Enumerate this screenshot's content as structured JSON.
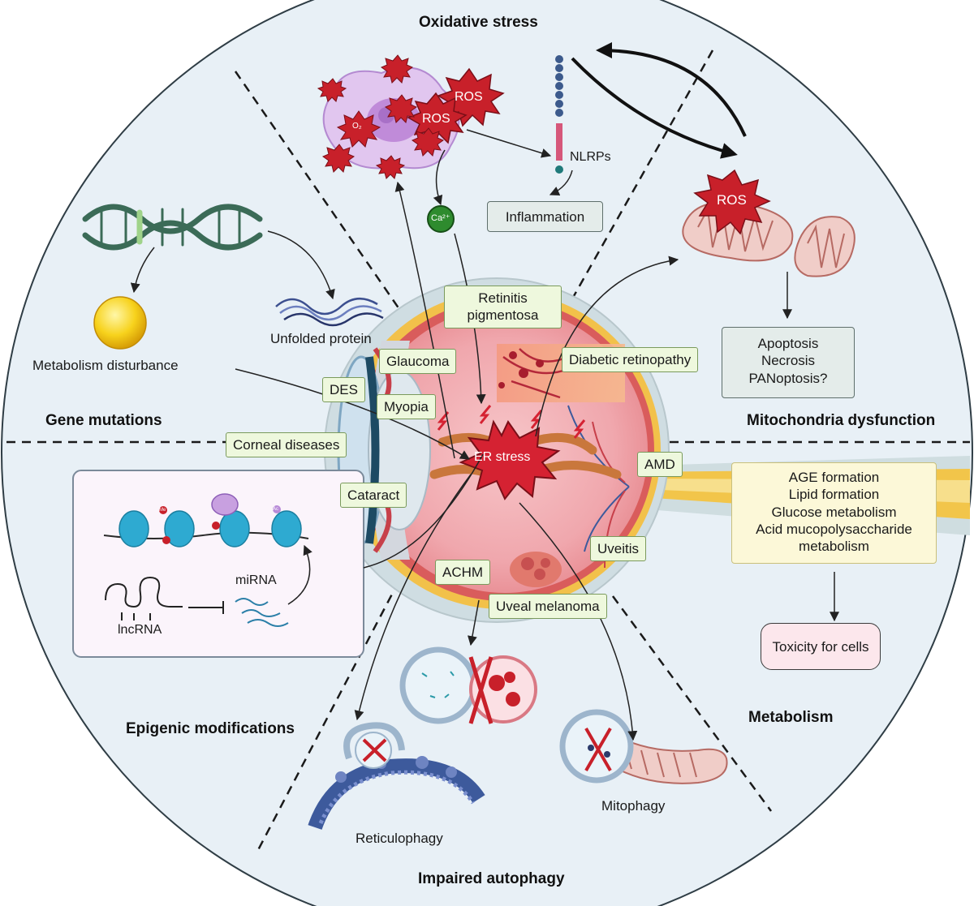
{
  "sections": {
    "oxidative_stress": "Oxidative stress",
    "gene_mutations": "Gene mutations",
    "mitochondria_dysfunction": "Mitochondria dysfunction",
    "epigenic_modifications": "Epigenic modifications",
    "metabolism": "Metabolism",
    "impaired_autophagy": "Impaired autophagy"
  },
  "labels": {
    "ros_1": "ROS",
    "ros_2": "ROS",
    "ros_mito": "ROS",
    "o2": "O₂",
    "ca": "Ca²⁺",
    "nlrps": "NLRPs",
    "metabolism_disturbance": "Metabolism disturbance",
    "unfolded_protein": "Unfolded protein",
    "er_stress": "ER stress",
    "mirna": "miRNA",
    "lncrna": "lncRNA",
    "reticulophagy": "Reticulophagy",
    "mitophagy": "Mitophagy",
    "histone_mark": "Me",
    "acetyl_mark": "Ac"
  },
  "boxes": {
    "inflammation": "Inflammation",
    "cell_death": [
      "Apoptosis",
      "Necrosis",
      "PANoptosis?"
    ],
    "metabolism_list": [
      "AGE formation",
      "Lipid formation",
      "Glucose metabolism",
      "Acid mucopolysaccharide",
      "metabolism"
    ],
    "toxicity": "Toxicity for cells"
  },
  "diseases": {
    "retinitis": [
      "Retinitis",
      "pigmentosa"
    ],
    "glaucoma": "Glaucoma",
    "diabetic_retinopathy": "Diabetic retinopathy",
    "des": "DES",
    "myopia": "Myopia",
    "corneal": "Corneal diseases",
    "cataract": "Cataract",
    "amd": "AMD",
    "uveitis": "Uveitis",
    "achm": "ACHM",
    "uveal_melanoma": "Uveal melanoma"
  },
  "colors": {
    "background": "#e8f0f6",
    "ros_red": "#c8202a",
    "dna_green": "#3b6b57",
    "disease_box": "#eef8dd",
    "metabolism_box": "#fcf8d8",
    "toxicity_box": "#fce7ec"
  }
}
